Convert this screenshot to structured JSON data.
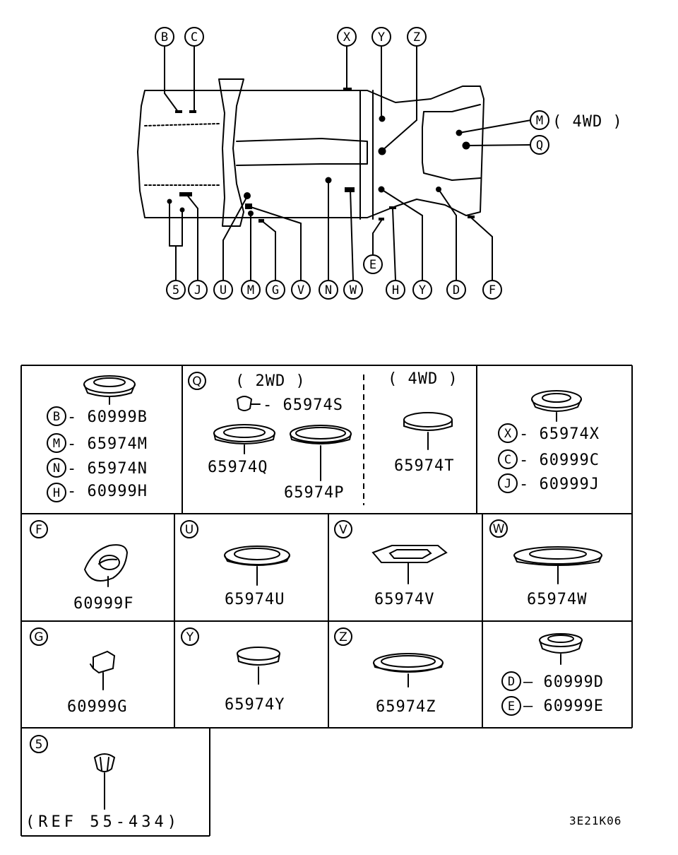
{
  "diagram": {
    "callouts_top": [
      "B",
      "C",
      "X",
      "Y",
      "Z"
    ],
    "callouts_bottom": [
      "5",
      "J",
      "U",
      "M",
      "G",
      "V",
      "N",
      "W",
      "H",
      "Y",
      "D",
      "F"
    ],
    "callout_e": "E",
    "callouts_right": [
      {
        "letter": "M",
        "note": "( 4WD )"
      },
      {
        "letter": "Q",
        "note": ""
      }
    ]
  },
  "table": {
    "bmnh": {
      "items": [
        {
          "letter": "B",
          "part": "- 60999B"
        },
        {
          "letter": "M",
          "part": "- 65974M"
        },
        {
          "letter": "N",
          "part": "- 65974N"
        },
        {
          "letter": "H",
          "part": "- 60999H"
        }
      ]
    },
    "q": {
      "letter": "Q",
      "wd2": "( 2WD )",
      "wd4": "( 4WD )",
      "s_part": "- 65974S",
      "q_part": "65974Q",
      "p_part": "65974P",
      "t_part": "65974T"
    },
    "xcj": {
      "items": [
        {
          "letter": "X",
          "part": "- 65974X"
        },
        {
          "letter": "C",
          "part": "- 60999C"
        },
        {
          "letter": "J",
          "part": "- 60999J"
        }
      ]
    },
    "f": {
      "letter": "F",
      "part": "60999F"
    },
    "u": {
      "letter": "U",
      "part": "65974U"
    },
    "v": {
      "letter": "V",
      "part": "65974V"
    },
    "w": {
      "letter": "W",
      "part": "65974W"
    },
    "g": {
      "letter": "G",
      "part": "60999G"
    },
    "y": {
      "letter": "Y",
      "part": "65974Y"
    },
    "z": {
      "letter": "Z",
      "part": "65974Z"
    },
    "de": {
      "items": [
        {
          "letter": "D",
          "part": "— 60999D"
        },
        {
          "letter": "E",
          "part": "– 60999E"
        }
      ]
    },
    "five": {
      "letter": "5",
      "part": "(REF 55-434)"
    }
  },
  "footer": {
    "code": "3E21K06"
  }
}
